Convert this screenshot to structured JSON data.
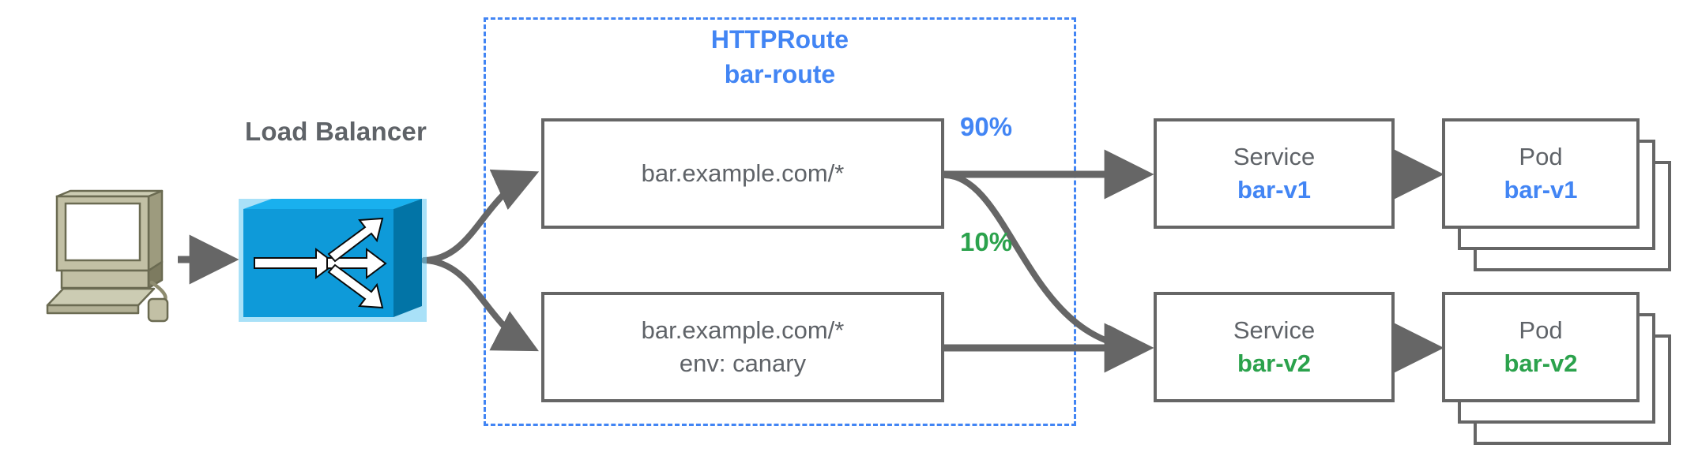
{
  "diagram": {
    "title_visible": false,
    "colors": {
      "blue": "#4285f4",
      "green": "#2ba24c",
      "gray_text": "#5f6368",
      "gray_stroke": "#666666",
      "lb_fill": "#0b9ad6",
      "computer_fill": "#b5b394"
    }
  },
  "load_balancer": {
    "caption": "Load Balancer",
    "icon": "load-balancer-3d-box-icon"
  },
  "client": {
    "icon": "desktop-computer-icon"
  },
  "httproute": {
    "kind_label": "HTTPRoute",
    "name_label": "bar-route"
  },
  "routes": [
    {
      "id": "route-1",
      "lines": [
        "bar.example.com/*"
      ]
    },
    {
      "id": "route-2",
      "lines": [
        "bar.example.com/*",
        "env: canary"
      ]
    }
  ],
  "weights": [
    {
      "id": "weight-90",
      "label": "90%",
      "color": "#4285f4"
    },
    {
      "id": "weight-10",
      "label": "10%",
      "color": "#2ba24c"
    }
  ],
  "services": [
    {
      "id": "service-v1",
      "kind": "Service",
      "name": "bar-v1",
      "color": "#4285f4"
    },
    {
      "id": "service-v2",
      "kind": "Service",
      "name": "bar-v2",
      "color": "#2ba24c"
    }
  ],
  "pods": [
    {
      "id": "pod-v1",
      "kind": "Pod",
      "name": "bar-v1",
      "color": "#4285f4",
      "replicas": 3
    },
    {
      "id": "pod-v2",
      "kind": "Pod",
      "name": "bar-v2",
      "color": "#2ba24c",
      "replicas": 3
    }
  ]
}
